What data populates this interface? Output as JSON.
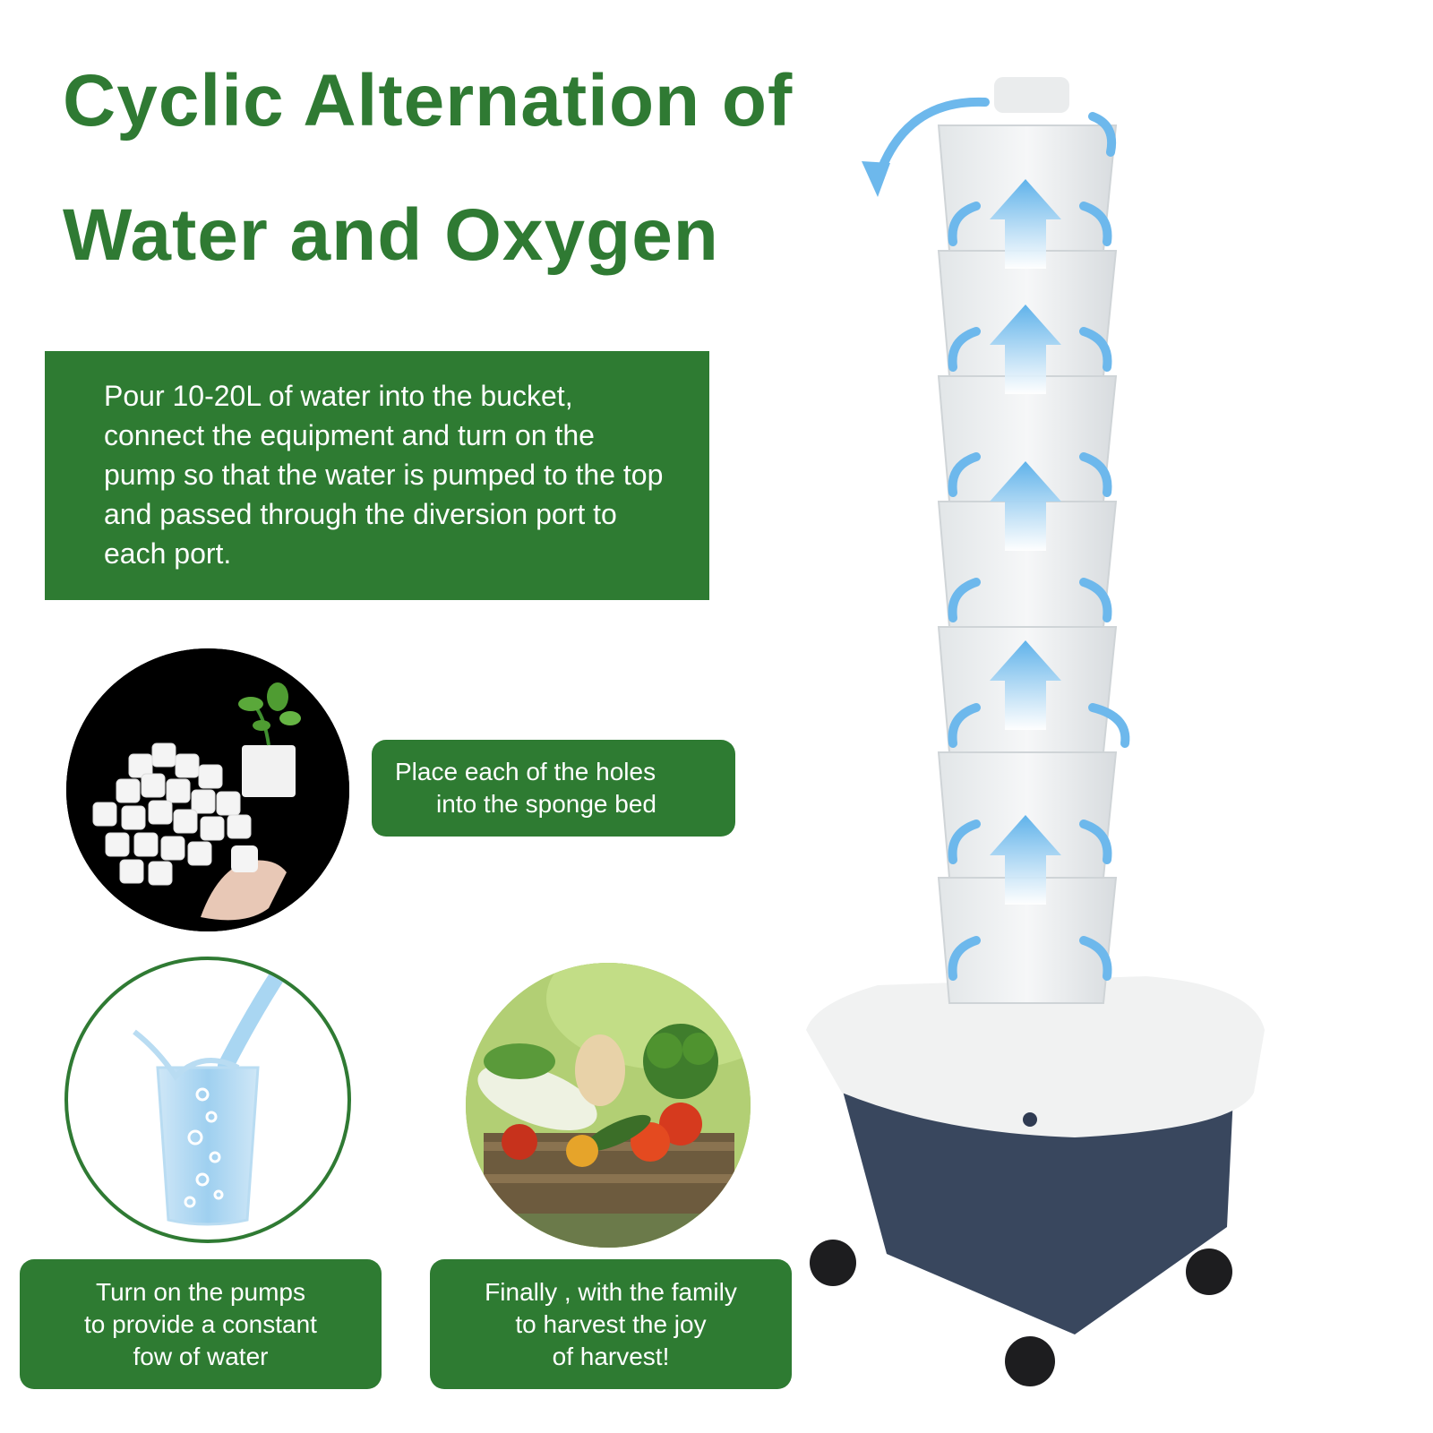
{
  "title": {
    "line1": "Cyclic Alternation of",
    "line2": "Water and Oxygen"
  },
  "intro": {
    "text": "Pour 10-20L of water into the bucket, connect the equipment and turn on the pump so that the water is pumped to the top and passed through the diversion port to each port."
  },
  "steps": {
    "sponge": {
      "line1": "Place each of the  holes",
      "line2": "into the sponge bed"
    },
    "pump": {
      "line1": "Turn on the pumps",
      "line2": "to provide a constant",
      "line3": "fow of water"
    },
    "harvest": {
      "line1": "Finally , with the family",
      "line2": "to harvest the joy",
      "line3": "of harvest!"
    }
  },
  "colors": {
    "brand_green": "#2e7b32",
    "arrow_blue": "#6db8ec",
    "tank_navy": "#39475e"
  },
  "icons": [
    "sponge-cubes-image",
    "water-glass-image",
    "vegetable-basket-image",
    "hydroponic-tower-image",
    "flow-arrow-icon"
  ]
}
